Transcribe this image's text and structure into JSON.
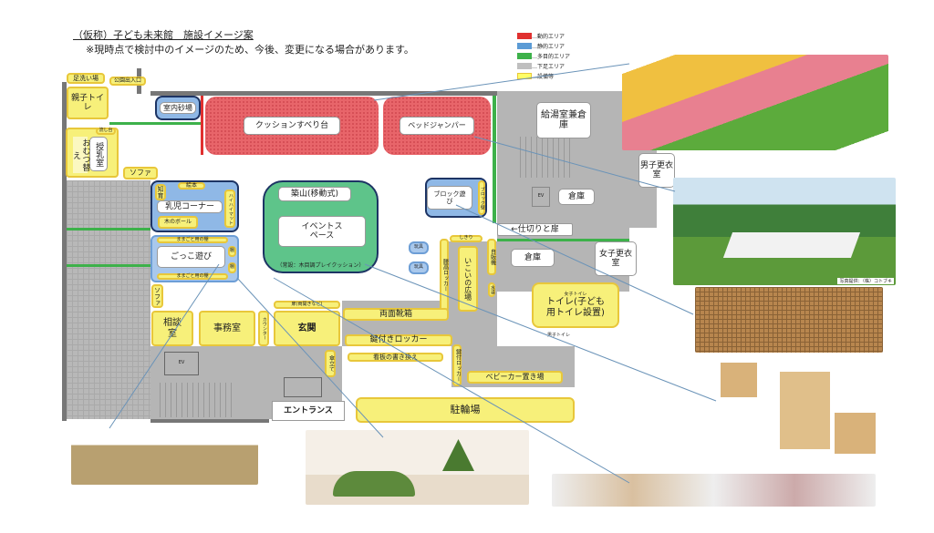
{
  "title": "（仮称）子ども未来館　施設イメージ案",
  "subtitle": "※現時点で検討中のイメージのため、今後、変更になる場合があります。",
  "legend": [
    {
      "label": "…動的エリア",
      "color": "#e0302f"
    },
    {
      "label": "…静的エリア",
      "color": "#5b9bd5"
    },
    {
      "label": "…多目的エリア",
      "color": "#3db14a"
    },
    {
      "label": "…下足エリア",
      "color": "#bfbfbf"
    },
    {
      "label": "…設備等",
      "color": "#ffff66"
    }
  ],
  "rooms": {
    "footwash": "足洗い場",
    "public_entrance": "公園出入口",
    "family_toilet": "親子トイレ",
    "sandbox": "室内砂場",
    "cushion_slide": "クッションすべり台",
    "bed_jumper": "ベッドジャンパー",
    "kitchen": "給湯室兼倉庫",
    "nursing": "授乳室",
    "diaper": "おむつ替え",
    "washbasin": "流し台",
    "sofa1": "ソファ",
    "picture_books": "絵本",
    "educational": "知育",
    "infant_corner": "乳児コーナー",
    "high_light": "ハイハイマット",
    "wood_ball": "木のボール",
    "house_shelf": "ままごと用の棚",
    "pretend_play": "ごっこ遊び",
    "shelf": "棚",
    "mound": "築山(移動式)",
    "event_space": "イベントスペース",
    "cushion_note": "（常設：木目調プレイクッション）",
    "block_play": "ブロック遊び",
    "block_wall": "ブロック壁",
    "partition": "←仕切りと扉",
    "storage1": "倉庫",
    "storage2": "倉庫",
    "boys_locker": "男子更衣室",
    "girls_locker": "女子更衣室",
    "ev": "EV",
    "toys": "玩具",
    "partition2": "しきり",
    "waist_locker": "腰高ロッカー",
    "rest_plaza": "いこいの広場",
    "vending": "自販機",
    "water": "水道",
    "girls_toilet": "女子トイレ",
    "toilet": "トイレ(子ども用トイレ設置)",
    "boys_toilet": "男子トイレ",
    "sofa2": "ソファ",
    "consult": "相談室",
    "office": "事務室",
    "counter": "カウンター",
    "door": "扉(両開きなど)",
    "entrance_hall": "玄関",
    "shoe_box": "両面靴箱",
    "key_locker": "鍵付きロッカー",
    "umbrella": "傘立て",
    "sign": "看板の書き換え",
    "key_locker2": "鍵付ロッカー",
    "stroller": "ベビーカー置き場",
    "entrance": "エントランス",
    "bicycle": "駐輪場"
  },
  "photo_credit": "写真提供：（株）コトブキ"
}
